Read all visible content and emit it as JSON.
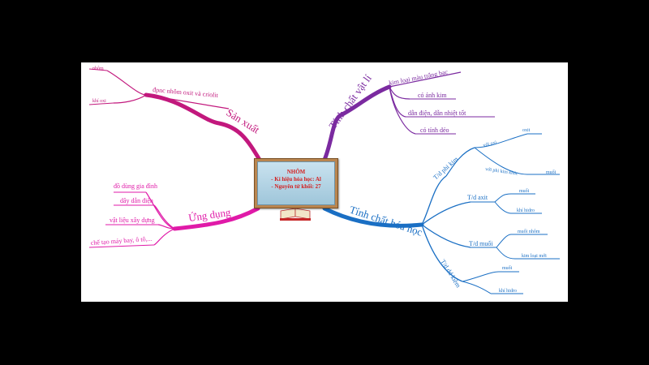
{
  "center": {
    "title": "NHÔM",
    "line1": "- Kí hiệu hóa học:  Al",
    "line2": "- Nguyên tử khối:  27"
  },
  "branches": {
    "san_xuat": {
      "label": "Sản xuất",
      "sub": "đpnc nhôm oxit và criolit",
      "leaves": [
        "nhôm",
        "khí oxi"
      ]
    },
    "vat_li": {
      "label": "Tính chất vật lí",
      "leaves": [
        "kim loại màu trắng bạc",
        "có ánh kim",
        "dẫn điện, dẫn nhiệt tốt",
        "có tính dẻo"
      ]
    },
    "ung_dung": {
      "label": "Ứng dụng",
      "leaves": [
        "đồ dùng gia đình",
        "dây dẫn điện",
        "vật liệu xây dựng",
        "chế tạo máy bay, ô tô,..."
      ]
    },
    "hoa_hoc": {
      "label": "Tính chất hóa học",
      "phi_kim": {
        "label": "T/d phi kim",
        "a": "với oxi",
        "a_leaf": "oxit",
        "b": "với phi kim khác",
        "b_leaf": "muối"
      },
      "axit": {
        "label": "T/d axit",
        "leaves": [
          "muối",
          "khí hidro"
        ]
      },
      "muoi": {
        "label": "T/d muối",
        "leaves": [
          "muối nhôm",
          "kim loại mới"
        ]
      },
      "kiem": {
        "label": "T/d dd kiềm",
        "leaves": [
          "muối",
          "khí hidro"
        ]
      }
    }
  },
  "colors": {
    "san_xuat": "#c2187d",
    "vat_li": "#7b2aa0",
    "ung_dung": "#e01aa8",
    "hoa_hoc": "#1a6fc4"
  }
}
